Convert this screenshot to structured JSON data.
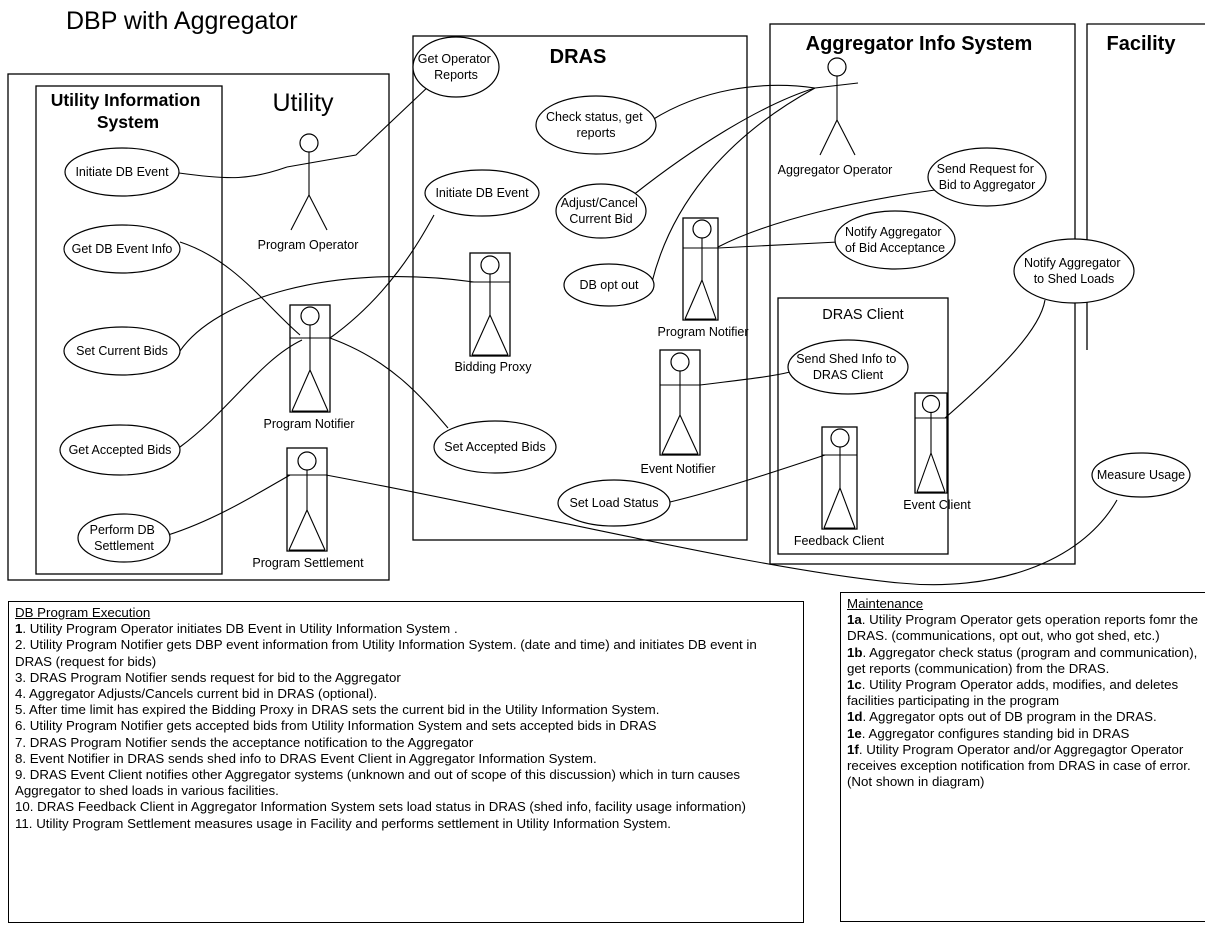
{
  "title": "DBP with Aggregator",
  "regions": {
    "utility": "Utility",
    "utility_info_system": [
      "Utility Information",
      "System"
    ],
    "dras": "DRAS",
    "aggregator_info_system": "Aggregator Info System",
    "facility": "Facility",
    "dras_client": "DRAS Client"
  },
  "use_cases": {
    "initiate_db_event_uis": [
      "Initiate DB Event"
    ],
    "get_db_event_info": [
      "Get DB Event Info"
    ],
    "set_current_bids": [
      "Set Current Bids"
    ],
    "get_accepted_bids": [
      "Get Accepted Bids"
    ],
    "perform_db_settlement": [
      "Perform DB",
      "Settlement"
    ],
    "get_operator_reports": [
      "Get Operator",
      "Reports"
    ],
    "initiate_db_event_dras": [
      "Initiate DB Event"
    ],
    "set_accepted_bids": [
      "Set Accepted Bids"
    ],
    "check_status": [
      "Check status, get",
      "reports"
    ],
    "adjust_cancel_bid": [
      "Adjust/Cancel",
      "Current Bid"
    ],
    "db_opt_out": [
      "DB opt out"
    ],
    "set_load_status": [
      "Set Load Status"
    ],
    "send_request_for_bid": [
      "Send Request for",
      "Bid to Aggregator"
    ],
    "notify_bid_acceptance": [
      "Notify Aggregator",
      "of Bid Acceptance"
    ],
    "notify_shed_loads": [
      "Notify Aggregator",
      "to Shed Loads"
    ],
    "send_shed_info": [
      "Send Shed Info to",
      "DRAS Client"
    ],
    "measure_usage": [
      "Measure Usage"
    ]
  },
  "actors": {
    "program_operator": "Program Operator",
    "program_notifier_utility": "Program Notifier",
    "program_settlement": "Program Settlement",
    "bidding_proxy": "Bidding Proxy",
    "aggregator_operator": "Aggregator Operator",
    "program_notifier_dras": "Program Notifier",
    "event_notifier": "Event Notifier",
    "feedback_client": "Feedback Client",
    "event_client": "Event Client"
  },
  "execution_notes": {
    "heading": "DB Program Execution",
    "items": [
      {
        "num": "1",
        "text": ". Utility Program Operator initiates DB Event in Utility Information System ."
      },
      {
        "num": "",
        "text": "2. Utility Program Notifier gets DBP event information from Utility Information System. (date and time) and initiates DB event in DRAS (request for bids)"
      },
      {
        "num": "",
        "text": "3. DRAS Program Notifier sends request for bid to the Aggregator"
      },
      {
        "num": "",
        "text": "4. Aggregator Adjusts/Cancels current bid in DRAS (optional)."
      },
      {
        "num": "",
        "text": "5. After time limit has expired the Bidding Proxy in DRAS sets the current bid in the Utility Information System."
      },
      {
        "num": "",
        "text": "6. Utility Program Notifier gets accepted bids from Utility Information System and sets accepted bids in DRAS"
      },
      {
        "num": "",
        "text": "7. DRAS Program Notifier sends the acceptance notification to the Aggregator"
      },
      {
        "num": "",
        "text": "8. Event Notifier in DRAS sends shed info to DRAS Event Client in Aggregator Information System."
      },
      {
        "num": "",
        "text": "9. DRAS Event Client notifies other Aggregator systems (unknown and out of scope of this discussion) which in turn causes Aggregator to shed loads in various facilities."
      },
      {
        "num": "",
        "text": "10. DRAS Feedback Client in Aggregator Information System sets load status in DRAS (shed info, facility usage information)"
      },
      {
        "num": "",
        "text": "11. Utility Program Settlement measures usage in Facility and performs settlement in Utility Information System."
      }
    ]
  },
  "maintenance_notes": {
    "heading": "Maintenance",
    "items": [
      {
        "num": "1a",
        "text": ". Utility Program Operator gets operation reports fomr the DRAS. (communications, opt out, who got shed, etc.)"
      },
      {
        "num": "1b",
        "text": ". Aggregator check status (program and communication), get reports (communication) from the DRAS."
      },
      {
        "num": "1c",
        "text": ". Utility Program Operator adds, modifies, and deletes facilities participating in the program"
      },
      {
        "num": "1d",
        "text": ". Aggregator opts out of DB program in the DRAS."
      },
      {
        "num": "1e",
        "text": ". Aggregator configures standing bid in DRAS"
      },
      {
        "num": "1f",
        "text": ". Utility Program Operator and/or Aggregagtor Operator receives exception notification from DRAS in case of error. (Not shown in diagram)"
      }
    ]
  }
}
